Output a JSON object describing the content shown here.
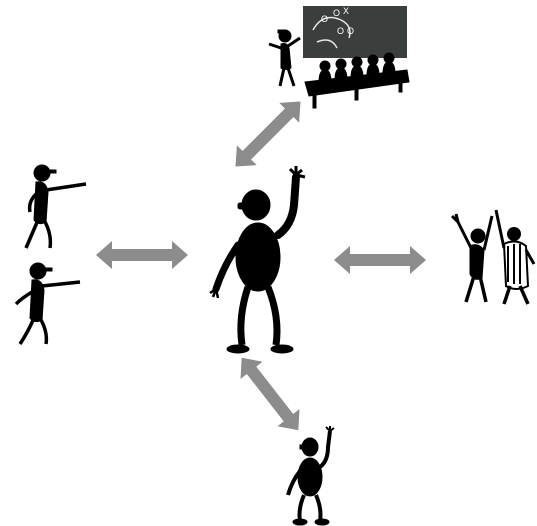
{
  "figures": [
    {
      "id": "center-player",
      "icon": "person-waving-icon",
      "color": "#000000"
    },
    {
      "id": "coach-classroom",
      "icon": "classroom-chalkboard-icon",
      "color": "#000000"
    },
    {
      "id": "pointing-players",
      "icon": "person-pointing-icon",
      "color": "#000000"
    },
    {
      "id": "referee-and-player",
      "icon": "referee-icon",
      "color": "#000000"
    },
    {
      "id": "lower-player",
      "icon": "person-waving-icon",
      "color": "#000000"
    }
  ],
  "chalkboard_marks": [
    "O",
    "O",
    "X",
    "O",
    "O"
  ],
  "arrow_color": "#8c8c8c",
  "chalkboard_color": "#3a3f3d"
}
